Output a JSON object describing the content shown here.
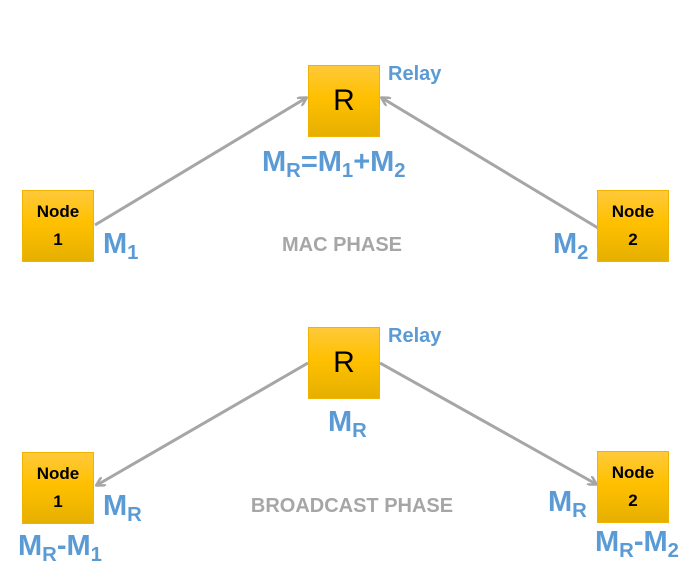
{
  "mac_phase": {
    "title": "MAC PHASE",
    "relay": {
      "letter": "R",
      "tag": "Relay",
      "eq": {
        "m": "M",
        "r": "R",
        "eq": "=M",
        "one": "1",
        "plus": "+M",
        "two": "2"
      }
    },
    "node1": {
      "name": "Node",
      "num": "1",
      "msg": {
        "m": "M",
        "sub": "1"
      }
    },
    "node2": {
      "name": "Node",
      "num": "2",
      "msg": {
        "m": "M",
        "sub": "2"
      }
    }
  },
  "broadcast_phase": {
    "title": "BROADCAST PHASE",
    "relay": {
      "letter": "R",
      "tag": "Relay",
      "msg": {
        "m": "M",
        "sub": "R"
      }
    },
    "node1": {
      "name": "Node",
      "num": "1",
      "msg": {
        "m": "M",
        "sub": "R"
      },
      "result": {
        "m": "M",
        "r": "R",
        "minus": "-M",
        "sub": "1"
      }
    },
    "node2": {
      "name": "Node",
      "num": "2",
      "msg": {
        "m": "M",
        "sub": "R"
      },
      "result": {
        "m": "M",
        "r": "R",
        "minus": "-M",
        "sub": "2"
      }
    }
  },
  "colors": {
    "label": "#5b9bd5",
    "arrow": "#a6a6a6",
    "box": "#ffc000"
  }
}
